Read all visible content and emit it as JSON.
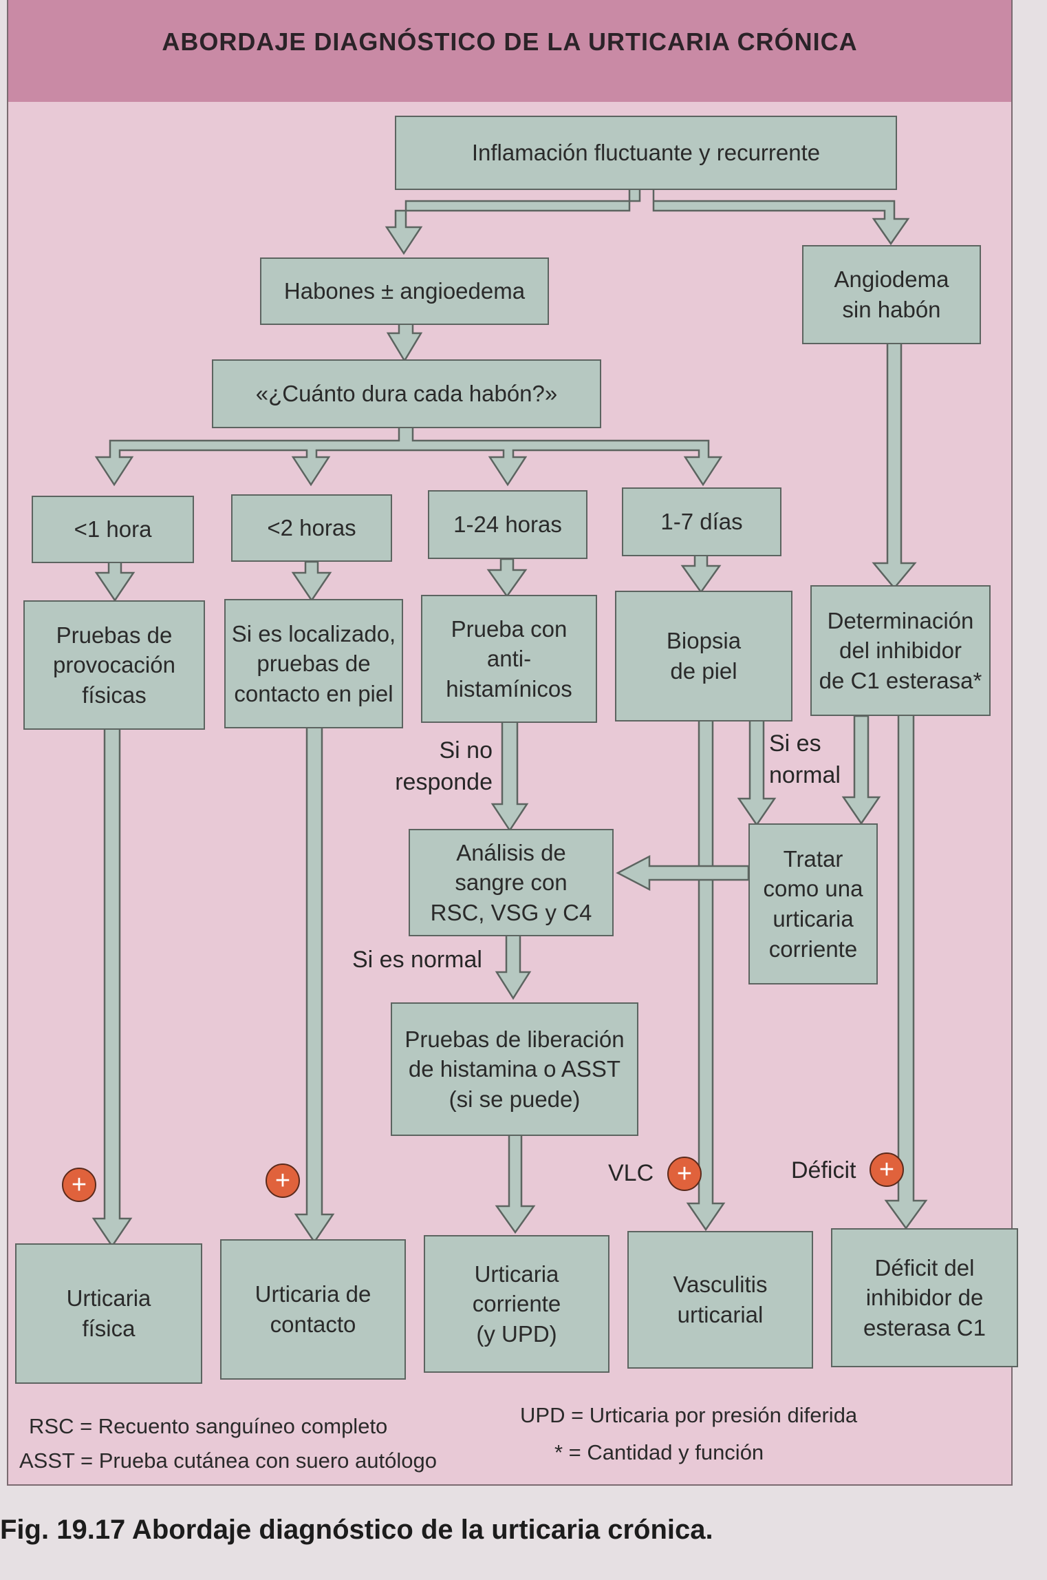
{
  "title": "ABORDAJE DIAGNÓSTICO DE LA URTICARIA CRÓNICA",
  "nodes": {
    "root": "Inflamación fluctuante y recurrente",
    "habones": "Habones ± angioedema",
    "angiodema": "Angiodema\nsin habón",
    "duracion": "«¿Cuánto dura cada habón?»",
    "d1": "<1 hora",
    "d2": "<2 horas",
    "d3": "1-24 horas",
    "d4": "1-7 días",
    "pruebas_fisicas": "Pruebas de\nprovocación\nfísicas",
    "contacto": "Si es localizado,\npruebas de\ncontacto en piel",
    "antihist": "Prueba con\nanti-\nhistamínicos",
    "biopsia": "Biopsia\nde piel",
    "c1": "Determinación\ndel inhibidor\nde C1 esterasa*",
    "analisis": "Análisis de\nsangre con\nRSC, VSG y C4",
    "tratar": "Tratar\ncomo una\nurticaria\ncorriente",
    "liberacion": "Pruebas de liberación\nde histamina o ASST\n(si se puede)",
    "r1": "Urticaria\nfísica",
    "r2": "Urticaria de\ncontacto",
    "r3": "Urticaria\ncorriente\n(y UPD)",
    "r4": "Vasculitis\nurticarial",
    "r5": "Déficit del\ninhibidor de\nesterasa C1"
  },
  "labels": {
    "no_responde": "Si no\nresponde",
    "es_normal_1": "Si es\nnormal",
    "es_normal_2": "Si es normal",
    "vlc": "VLC",
    "deficit": "Déficit",
    "plus": "+"
  },
  "legend": {
    "rsc": "RSC = Recuento sanguíneo completo",
    "asst": "ASST = Prueba cutánea con suero autólogo",
    "upd": "UPD = Urticaria por presión diferida",
    "star": "* = Cantidad y función"
  },
  "caption": "Fig. 19.17  Abordaje diagnóstico de la urticaria crónica.",
  "colors": {
    "header": "#c98aa5",
    "background": "#e8c9d6",
    "box": "#b6c8c1",
    "plus": "#e0623c"
  }
}
